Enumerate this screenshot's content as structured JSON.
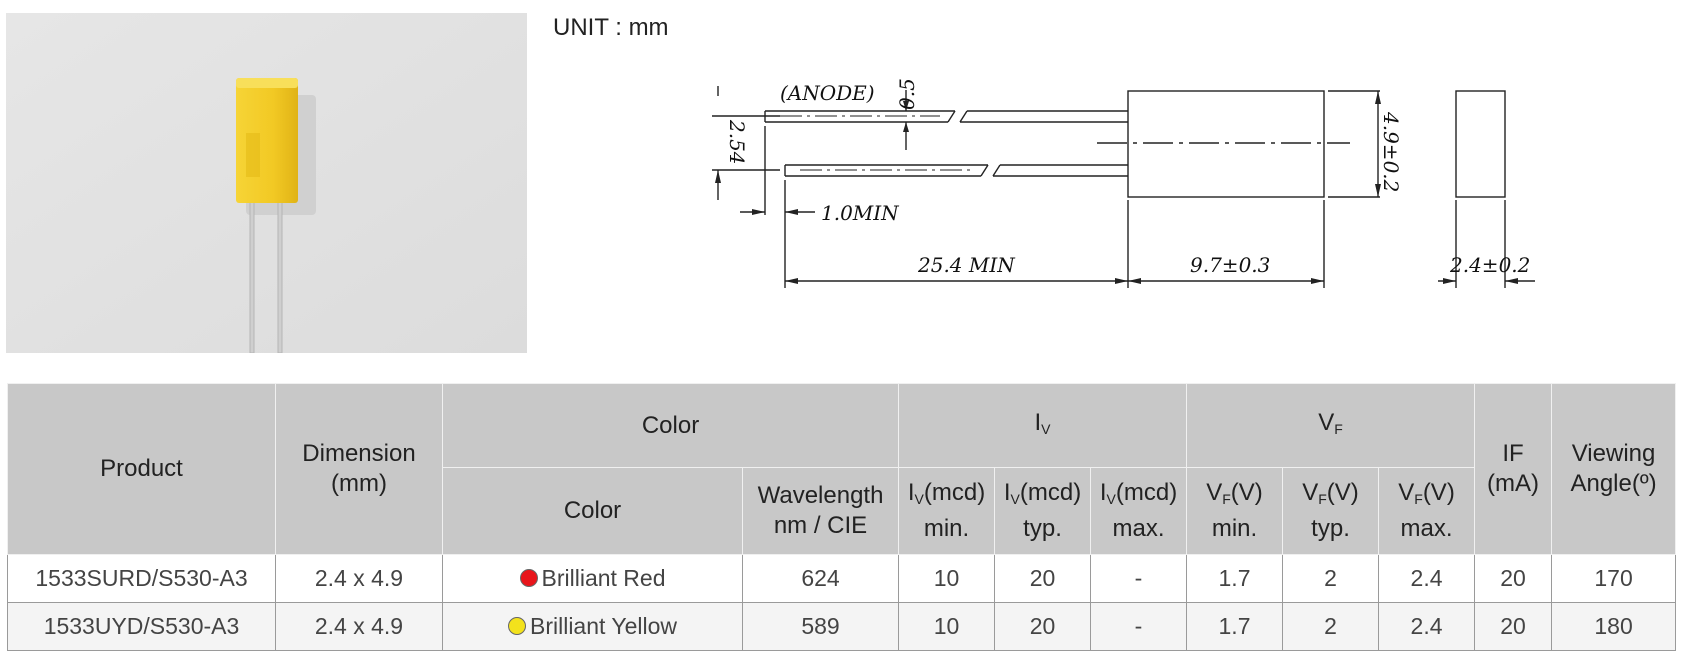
{
  "unit_label": "UNIT : mm",
  "drawing": {
    "anode": "(ANODE)",
    "lead_thickness": "0.5",
    "pitch": "2.54",
    "min_exposed": "1.0MIN",
    "lead_length": "25.4  MIN",
    "body_length": "9.7±0.3",
    "body_height": "4.9±0.2",
    "body_width": "2.4±0.2"
  },
  "table": {
    "headers": {
      "product": "Product",
      "dimension": "Dimension",
      "dimension_unit": "(mm)",
      "color_group": "Color",
      "color": "Color",
      "wavelength": "Wavelength",
      "wavelength_unit": "nm / CIE",
      "iv_group_base": "I",
      "iv_group_sub": "V",
      "vf_group_base": "V",
      "vf_group_sub": "F",
      "iv_base": "I",
      "iv_sub": "V",
      "iv_unit": "(mcd)",
      "vf_base": "V",
      "vf_sub": "F",
      "vf_unit": "(V)",
      "min": "min.",
      "typ": "typ.",
      "max": "max.",
      "if_label": "IF",
      "if_unit": "(mA)",
      "viewing": "Viewing",
      "viewing_unit": "Angle(º)"
    },
    "rows": [
      {
        "product": "1533SURD/S530-A3",
        "dimension": "2.4 x 4.9",
        "color_name": "Brilliant Red",
        "dot_color": "#e8151b",
        "wavelength": "624",
        "iv_min": "10",
        "iv_typ": "20",
        "iv_max": "-",
        "vf_min": "1.7",
        "vf_typ": "2",
        "vf_max": "2.4",
        "if_ma": "20",
        "viewing": "170"
      },
      {
        "product": "1533UYD/S530-A3",
        "dimension": "2.4 x 4.9",
        "color_name": "Brilliant Yellow",
        "dot_color": "#f3e21c",
        "wavelength": "589",
        "iv_min": "10",
        "iv_typ": "20",
        "iv_max": "-",
        "vf_min": "1.7",
        "vf_typ": "2",
        "vf_max": "2.4",
        "if_ma": "20",
        "viewing": "180"
      }
    ]
  }
}
